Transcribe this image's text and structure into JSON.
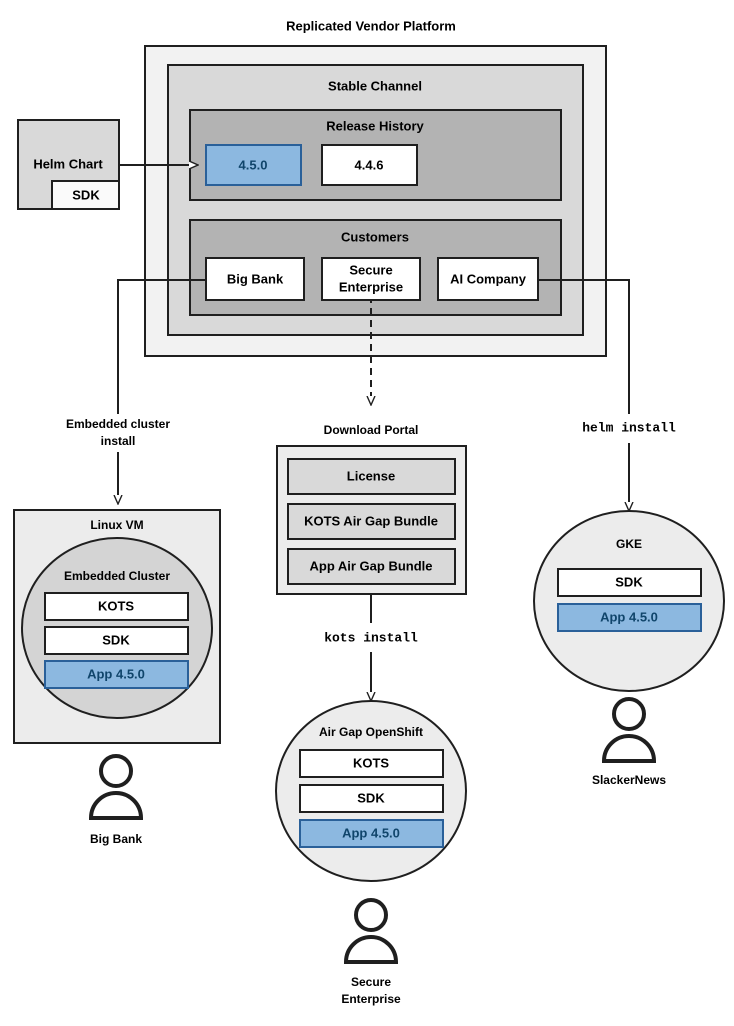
{
  "diagram": {
    "title": "Replicated Vendor Platform",
    "colors": {
      "outer_platform_fill": "#f2f2f2",
      "channel_fill": "#d9d9d9",
      "section_fill": "#b3b3b3",
      "box_white": "#ffffff",
      "box_gray": "#d9d9d9",
      "app_blue_fill": "#8cb8e0",
      "app_blue_stroke": "#2a6099",
      "app_blue_text": "#10456b",
      "stroke": "#1f1f1f",
      "vm_fill": "#ececec",
      "cluster_fill": "#d4d4d4"
    }
  },
  "platform": {
    "title": "Replicated Vendor Platform",
    "channel": {
      "label": "Stable Channel",
      "release_history": {
        "label": "Release History",
        "releases": [
          {
            "version": "4.5.0",
            "highlighted": true
          },
          {
            "version": "4.4.6",
            "highlighted": false
          }
        ]
      },
      "customers": {
        "label": "Customers",
        "items": [
          {
            "name": "Big Bank"
          },
          {
            "name": "Secure Enterprise"
          },
          {
            "name": "AI Company"
          }
        ]
      }
    }
  },
  "source": {
    "helm_chart": {
      "label": "Helm Chart",
      "sdk_label": "SDK"
    }
  },
  "connectors": {
    "embedded_cluster_install": "Embedded cluster\ninstall",
    "embedded_cluster_install_line1": "Embedded cluster",
    "embedded_cluster_install_line2": "install",
    "download_portal_label": "Download Portal",
    "kots_install": "kots install",
    "helm_install": "helm install"
  },
  "download_portal": {
    "label": "Download Portal",
    "artifacts": [
      {
        "label": "License"
      },
      {
        "label": "KOTS Air Gap Bundle"
      },
      {
        "label": "App Air Gap Bundle"
      }
    ]
  },
  "targets": [
    {
      "id": "linux-vm",
      "label": "Linux VM",
      "inner_label": "Embedded Cluster",
      "components": [
        {
          "label": "KOTS",
          "highlighted": false
        },
        {
          "label": "SDK",
          "highlighted": false
        },
        {
          "label": "App 4.5.0",
          "highlighted": true
        }
      ],
      "actor": "Big Bank"
    },
    {
      "id": "air-gap-openshift",
      "label": "Air Gap OpenShift",
      "components": [
        {
          "label": "KOTS",
          "highlighted": false
        },
        {
          "label": "SDK",
          "highlighted": false
        },
        {
          "label": "App 4.5.0",
          "highlighted": true
        }
      ],
      "actor_line1": "Secure",
      "actor_line2": "Enterprise"
    },
    {
      "id": "gke",
      "label": "GKE",
      "components": [
        {
          "label": "SDK",
          "highlighted": false
        },
        {
          "label": "App 4.5.0",
          "highlighted": true
        }
      ],
      "actor": "SlackerNews"
    }
  ]
}
